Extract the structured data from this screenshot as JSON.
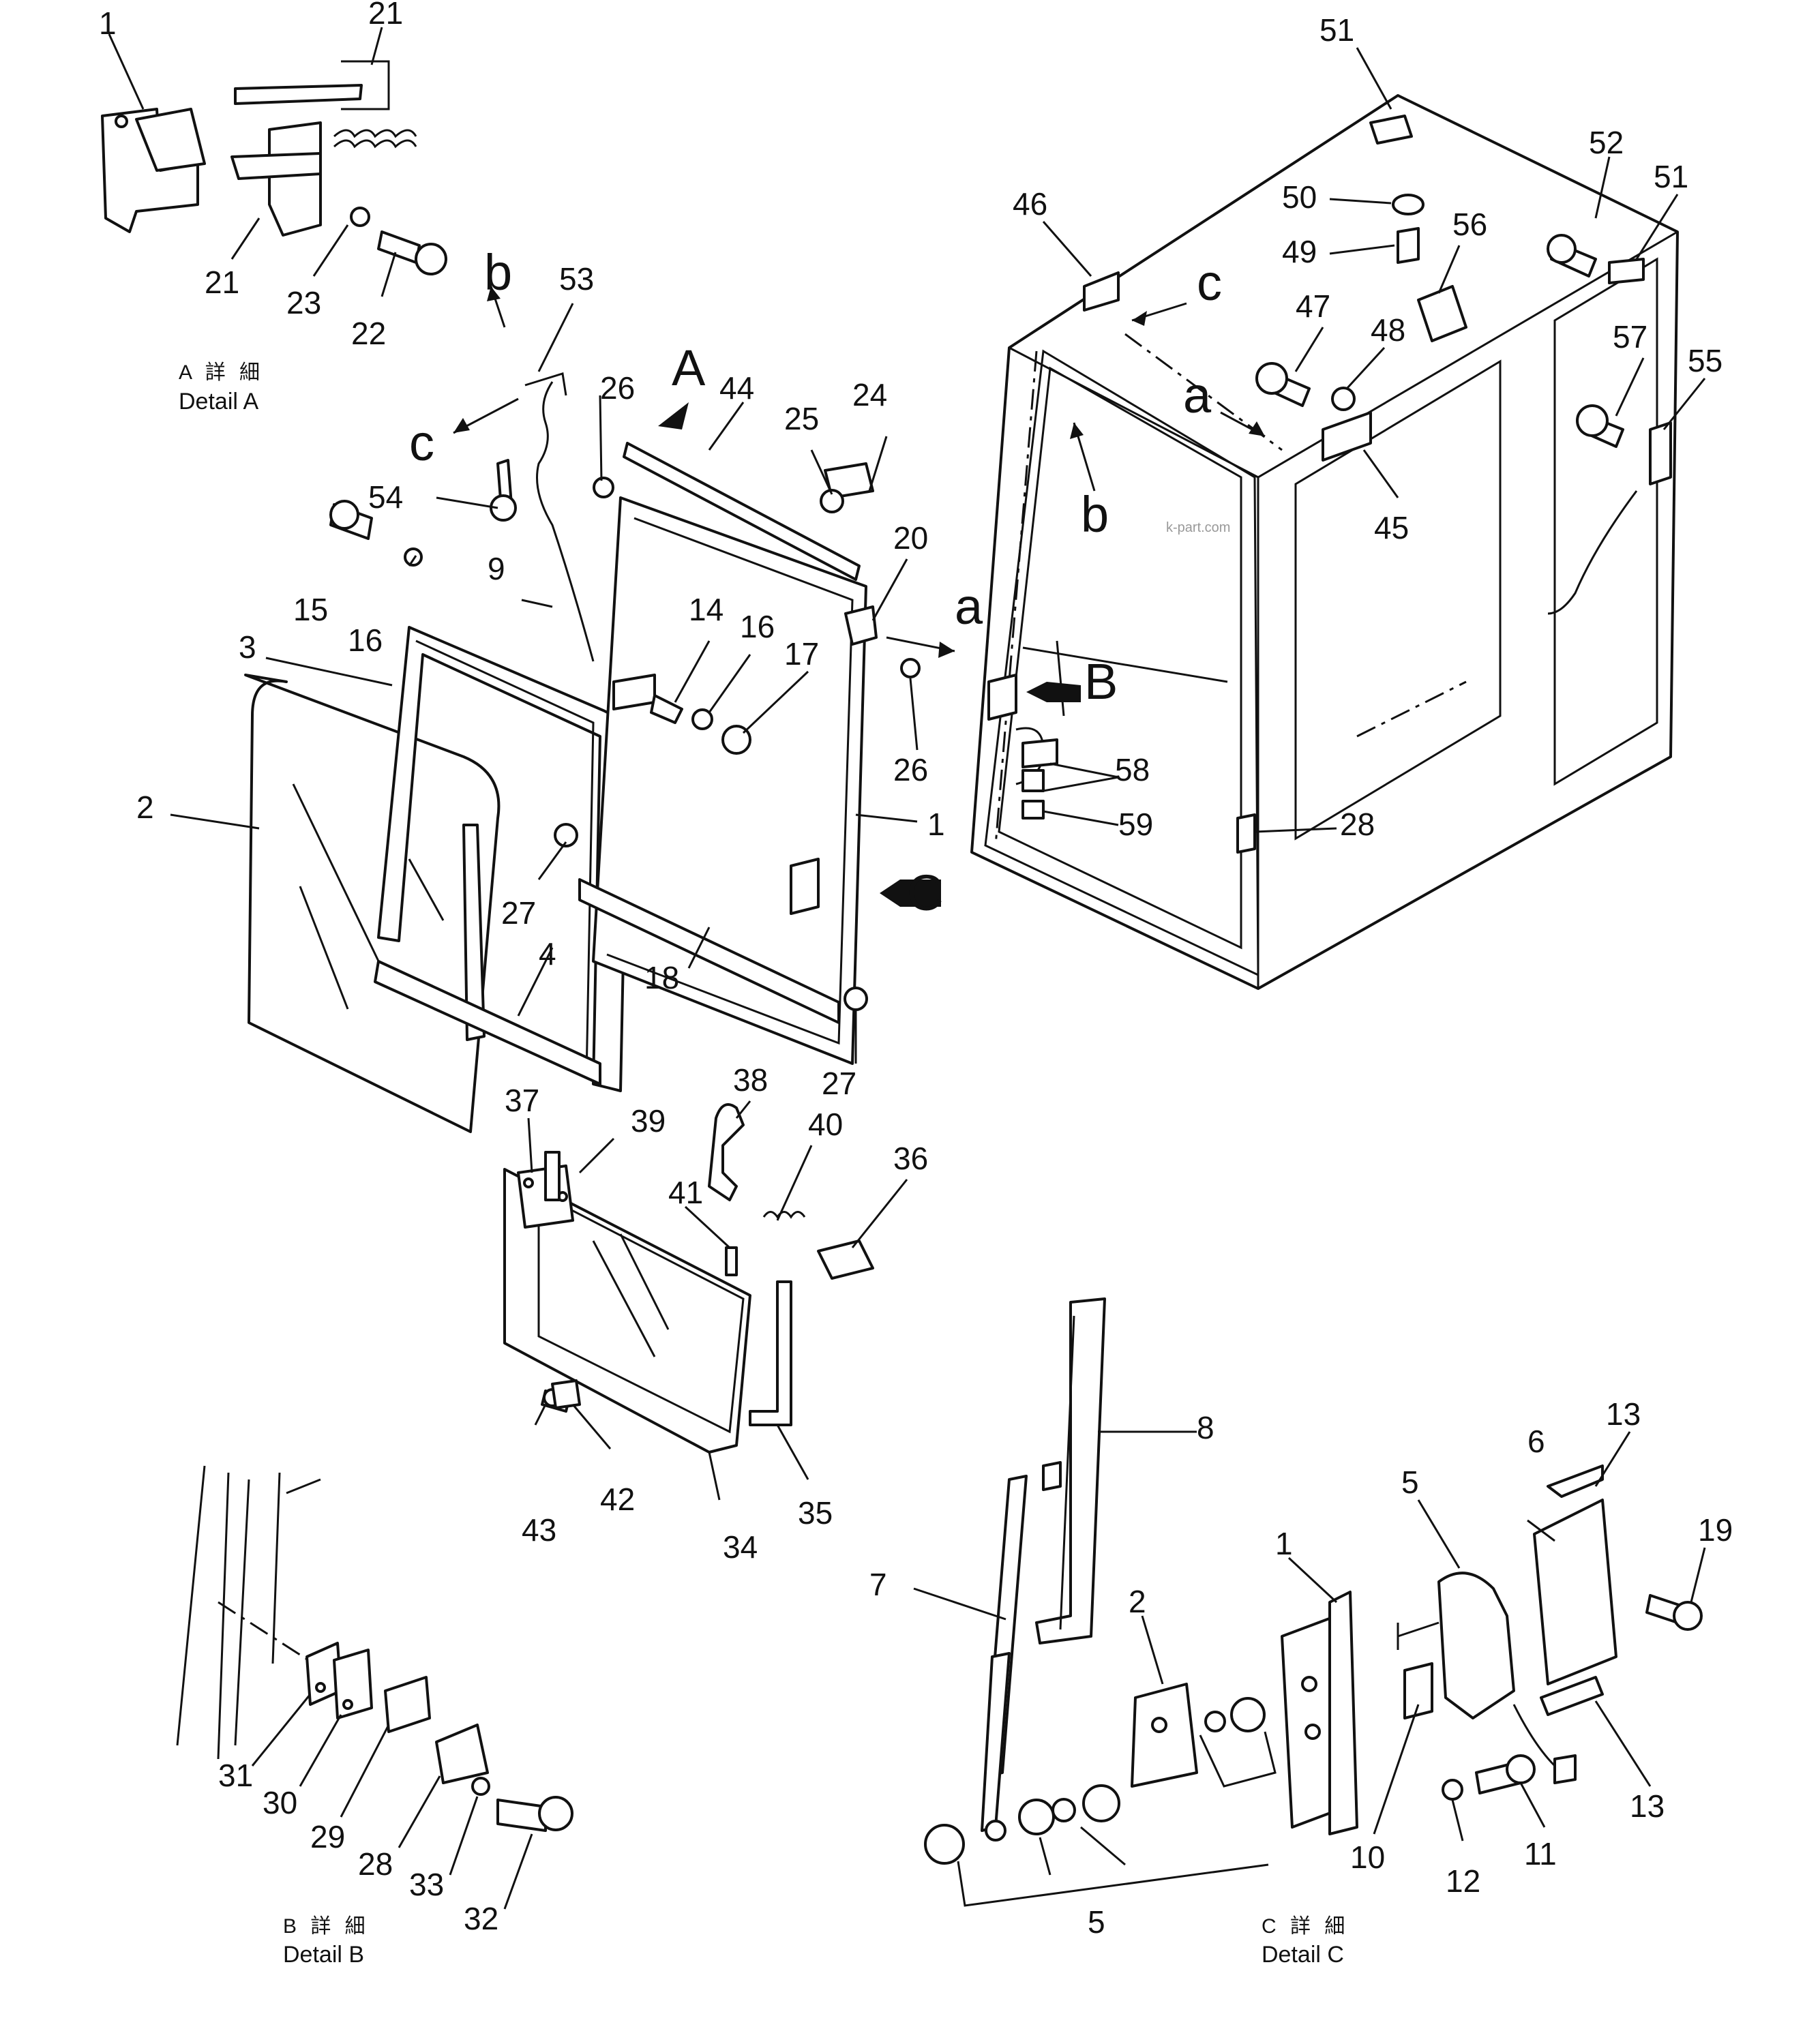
{
  "details": {
    "a_cap_jp": "A 詳 細",
    "a_cap_en": "Detail A",
    "b_cap_jp": "B 詳 細",
    "b_cap_en": "Detail B",
    "c_cap_jp": "C 詳 細",
    "c_cap_en": "Detail C"
  },
  "view_letters": {
    "A": "A",
    "B": "B",
    "C": "C",
    "a1": "a",
    "a2": "a",
    "b1": "b",
    "b2": "b",
    "c1": "c",
    "c2": "c"
  },
  "watermark": "k-part.com",
  "callouts": [
    "1",
    "21",
    "21",
    "23",
    "22",
    "51",
    "52",
    "51",
    "46",
    "50",
    "49",
    "56",
    "47",
    "48",
    "57",
    "55",
    "45",
    "53",
    "26",
    "44",
    "25",
    "24",
    "54",
    "15",
    "16",
    "9",
    "3",
    "20",
    "14",
    "16",
    "17",
    "26",
    "2",
    "1",
    "27",
    "4",
    "18",
    "27",
    "58",
    "59",
    "28",
    "37",
    "39",
    "38",
    "40",
    "36",
    "41",
    "43",
    "42",
    "34",
    "35",
    "8",
    "7",
    "2",
    "1",
    "5",
    "6",
    "13",
    "19",
    "13",
    "10",
    "12",
    "11",
    "5",
    "31",
    "30",
    "29",
    "28",
    "33",
    "32"
  ]
}
